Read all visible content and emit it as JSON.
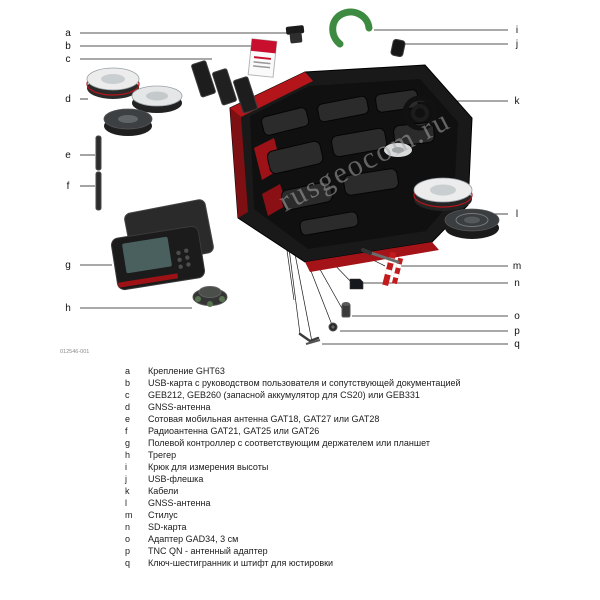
{
  "figure": {
    "number": "012546-001",
    "watermark": "rusgeocom.ru"
  },
  "callouts": {
    "left": [
      "a",
      "b",
      "c",
      "d",
      "e",
      "f",
      "g",
      "h"
    ],
    "right": [
      "i",
      "j",
      "k",
      "l",
      "m",
      "n",
      "o",
      "p",
      "q"
    ]
  },
  "legend": [
    {
      "letter": "a",
      "text": "Крепление GHT63"
    },
    {
      "letter": "b",
      "text": "USB-карта с руководством пользователя и сопутствующей документацией"
    },
    {
      "letter": "c",
      "text": "GEB212, GEB260 (запасной аккумулятор для CS20) или GEB331"
    },
    {
      "letter": "d",
      "text": "GNSS-антенна"
    },
    {
      "letter": "e",
      "text": "Сотовая мобильная антенна GAT18, GAT27 или GAT28"
    },
    {
      "letter": "f",
      "text": "Радиоантенна GAT21, GAT25 или GAT26"
    },
    {
      "letter": "g",
      "text": "Полевой контроллер с соответствующим держателем или планшет"
    },
    {
      "letter": "h",
      "text": "Трегер"
    },
    {
      "letter": "i",
      "text": "Крюк для измерения высоты"
    },
    {
      "letter": "j",
      "text": "USB-флешка"
    },
    {
      "letter": "k",
      "text": "Кабели"
    },
    {
      "letter": "l",
      "text": "GNSS-антенна"
    },
    {
      "letter": "m",
      "text": "Стилус"
    },
    {
      "letter": "n",
      "text": "SD-карта"
    },
    {
      "letter": "o",
      "text": "Адаптер GAD34, 3 см"
    },
    {
      "letter": "p",
      "text": "TNC QN - антенный адаптер"
    },
    {
      "letter": "q",
      "text": "Ключ-шестигранник и штифт для юстировки"
    }
  ]
}
